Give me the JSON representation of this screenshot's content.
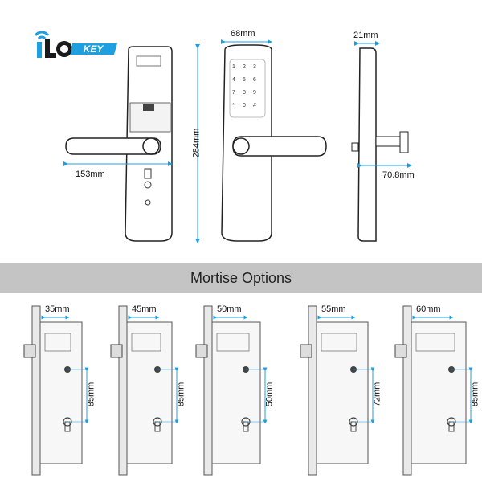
{
  "brand": {
    "logo_text": "iLOKEY",
    "accent_color": "#1ea0e0",
    "dark_color": "#1a1a1a"
  },
  "product_views": {
    "front_width": "153mm",
    "height": "284mm",
    "panel_width": "68mm",
    "side_depth": "21mm",
    "handle_projection": "70.8mm",
    "keypad_keys": [
      "1",
      "2",
      "3",
      "4",
      "5",
      "6",
      "7",
      "8",
      "9",
      "*",
      "0",
      "#"
    ]
  },
  "mortise_section": {
    "title": "Mortise Options",
    "banner_color": "#c4c4c4",
    "options": [
      {
        "width": "35mm",
        "height": "85mm"
      },
      {
        "width": "45mm",
        "height": "85mm"
      },
      {
        "width": "50mm",
        "height": "50mm"
      },
      {
        "width": "55mm",
        "height": "72mm"
      },
      {
        "width": "60mm",
        "height": "85mm"
      }
    ]
  }
}
